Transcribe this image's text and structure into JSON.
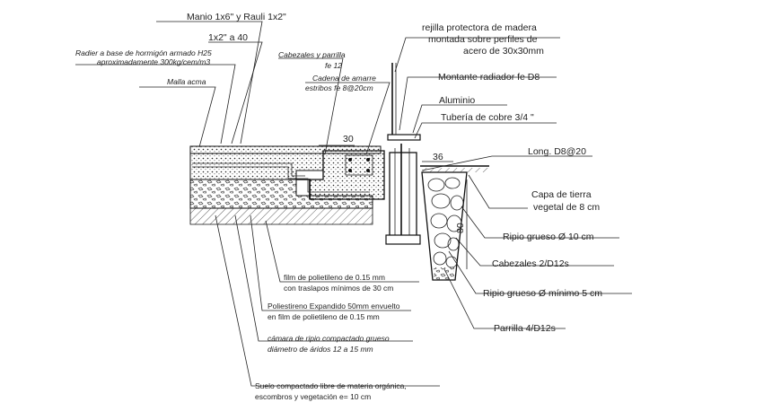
{
  "labels": {
    "l1": "Manio 1x6\" y Rauli 1x2\"",
    "l2": "1x2\" a 40",
    "l3": "Radier a base de hormigón armado H25",
    "l4": "aproximadamente 300kg/cem/m3",
    "l5": "Malla acma",
    "l6": "Cabezales y parrilla",
    "l7": "fe 12",
    "l8": "Cadena de amarre",
    "l9": "estribos fe 8@20cm",
    "r1": "rejilla protectora de madera",
    "r2": "montada sobre perfiles de",
    "r3": "acero de 30x30mm",
    "r4": "Montante radiador fe D8",
    "r5": "Aluminio",
    "r6": "Tubería de cobre 3/4 \"",
    "r7": "Long. D8@20",
    "r8": "Capa de tierra",
    "r9": "vegetal de 8 cm",
    "r10": "Ripio grueso Ø 10 cm",
    "r11": "Cabezales 2/D12s",
    "r12": "Ripio grueso  Ø mínimo 5 cm",
    "r13": "Parrilla 4/D12s",
    "b1": "film de polietileno de 0.15 mm",
    "b2": "con traslapos mínimos de 30 cm",
    "b3": "Poliestireno Expandido 50mm envuelto",
    "b4": "en film de polietileno de 0.15 mm",
    "b5": "cámara de ripio compactado grueso",
    "b6": "diámetro de áridos  12 a 15 mm",
    "b7": "Suelo compactado libre de materia orgánica,",
    "b8": "escombros y vegetación  e= 10 cm"
  },
  "dims": {
    "d30": "30",
    "d36": "36",
    "d80": "80"
  }
}
